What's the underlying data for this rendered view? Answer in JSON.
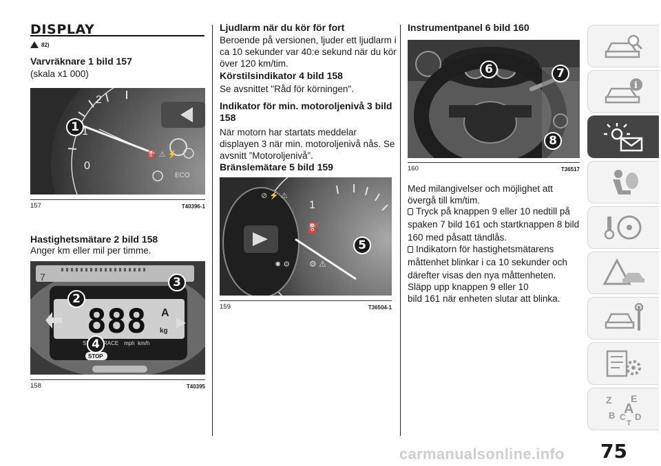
{
  "section_title": "DISPLAY",
  "warning_ref": "82)",
  "column1": {
    "heading1": "Varvräknare 1 bild 157",
    "para1": "(skala x1 000)",
    "fig157": {
      "number": "157",
      "code": "T40396-1",
      "callouts": [
        "1"
      ],
      "gauge_labels": [
        "2",
        "1",
        "0",
        "ECO"
      ]
    },
    "heading2": "Hastighetsmätare 2 bild 158",
    "para2": "Anger km eller mil per timme.",
    "fig158": {
      "number": "158",
      "code": "T40395",
      "callouts": [
        "2",
        "3",
        "4"
      ],
      "display_digits": "888",
      "labels": [
        "SPORT",
        "RACE",
        "mph",
        "km/h",
        "kg",
        "STOP",
        "A"
      ]
    }
  },
  "column2": {
    "heading1": "Ljudlarm när du kör för fort",
    "para1": "Beroende på versionen, ljuder ett ljudlarm i ca 10 sekunder var 40:e sekund när du kör över 120 km/tim.",
    "heading2": "Körstilsindikator 4 bild 158",
    "para2": "Se avsnittet \"Råd för körningen\".",
    "heading3": "Indikator för min. motoroljenivå 3 bild 158",
    "para3": "När motorn har startats meddelar displayen 3 när min. motoroljenivå nås. Se avsnitt ”Motoroljenivå”.",
    "heading4": "Bränslemätare 5 bild 159",
    "fig159": {
      "number": "159",
      "code": "T36504-1",
      "callouts": [
        "5"
      ],
      "gauge_labels": [
        "1"
      ]
    }
  },
  "column3": {
    "heading1": "Instrumentpanel 6 bild 160",
    "fig160": {
      "number": "160",
      "code": "T36517",
      "callouts": [
        "6",
        "7",
        "8"
      ]
    },
    "para1": "Med milangivelser och möjlighet att övergå till km/tim.",
    "bullet1": "Tryck på knappen 9 eller 10 nedtill på spaken 7 bild 161 och startknappen 8 bild 160 med påsatt tändlås.",
    "bullet2": "Indikatorn för hastighetsmätarens måttenhet blinkar i ca 10 sekunder och därefter visas den nya måttenheten.",
    "para2a": "Släpp upp knappen 9 eller 10",
    "para2b": "bild 161 när enheten slutar att blinka."
  },
  "tabs": [
    {
      "icon": "car-search-icon",
      "active": false
    },
    {
      "icon": "car-info-icon",
      "active": false
    },
    {
      "icon": "dashboard-light-message-icon",
      "active": true
    },
    {
      "icon": "airbag-passenger-icon",
      "active": false
    },
    {
      "icon": "key-steering-wheel-icon",
      "active": false
    },
    {
      "icon": "warning-triangle-car-icon",
      "active": false
    },
    {
      "icon": "car-wrench-icon",
      "active": false
    },
    {
      "icon": "specs-gear-icon",
      "active": false
    },
    {
      "icon": "alphabetical-index-icon",
      "active": false
    }
  ],
  "page_number": "75",
  "watermark": "carmanualsonline.info"
}
